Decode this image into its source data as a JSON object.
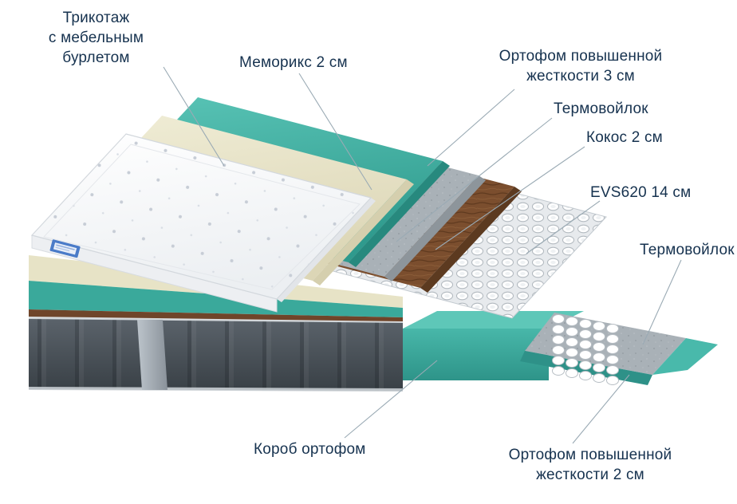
{
  "diagram": {
    "labels": {
      "knit_cover": "Трикотаж\nс мебельным\nбурлетом",
      "memorix": "Меморикс 2 см",
      "orthofoam_hard_3": "Ортофом повышенной\nжесткости 3 см",
      "thermofelt_upper": "Термовойлок",
      "coconut": "Кокос 2 см",
      "spring_block": "EVS620 14 см",
      "thermofelt_lower": "Термовойлок",
      "orthofoam_box": "Короб ортофом",
      "orthofoam_hard_2": "Ортофом повышенной\nжесткости 2 см"
    },
    "layer_order": [
      "Трикотаж с мебельным бурлетом",
      "Меморикс 2 см",
      "Ортофом повышенной жесткости 3 см",
      "Термовойлок",
      "Кокос 2 см",
      "EVS620 14 см",
      "Термовойлок",
      "Ортофом повышенной жесткости 2 см",
      "Короб ортофом"
    ],
    "colors": {
      "text": "#16324f",
      "leader_line": "#9aaab4",
      "cover_white": "#fcfcfd",
      "memorix_cream": "#e7e3c6",
      "orthofoam_teal": "#43b2a5",
      "thermofelt_gray": "#a9b1b7",
      "coconut_brown": "#7b4e2e",
      "spring_white": "#ffffff",
      "base_gray": "#4a5158",
      "tag_blue": "#4a7bc8"
    }
  }
}
